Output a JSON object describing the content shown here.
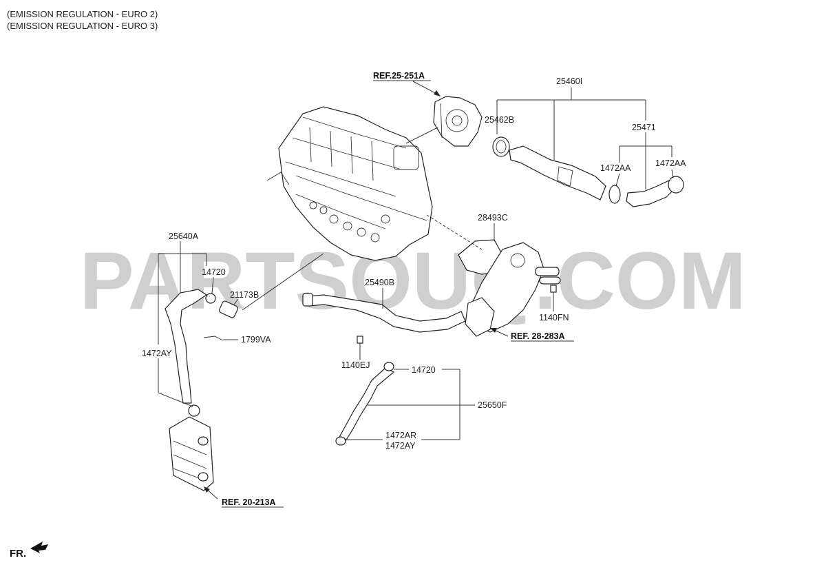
{
  "header": {
    "line1": "(EMISSION REGULATION - EURO 2)",
    "line2": "(EMISSION REGULATION - EURO 3)"
  },
  "watermark": "PARTSOUQ.COM",
  "refs": {
    "ref_25_251A": "REF.25-251A",
    "ref_28_283A": "REF. 28-283A",
    "ref_20_213A": "REF. 20-213A"
  },
  "parts": {
    "p25460I": "25460I",
    "p25462B": "25462B",
    "p25471": "25471",
    "p1472AA_left": "1472AA",
    "p1472AA_right": "1472AA",
    "p28493C": "28493C",
    "p25640A": "25640A",
    "p14720_top": "14720",
    "p21173B": "21173B",
    "p25490B": "25490B",
    "p1140FN": "1140FN",
    "p1799VA": "1799VA",
    "p1472AY_left": "1472AY",
    "p1140EJ": "1140EJ",
    "p14720_bottom": "14720",
    "p25650F": "25650F",
    "p1472AR": "1472AR",
    "p1472AY_bottom": "1472AY"
  },
  "direction_label": "FR."
}
